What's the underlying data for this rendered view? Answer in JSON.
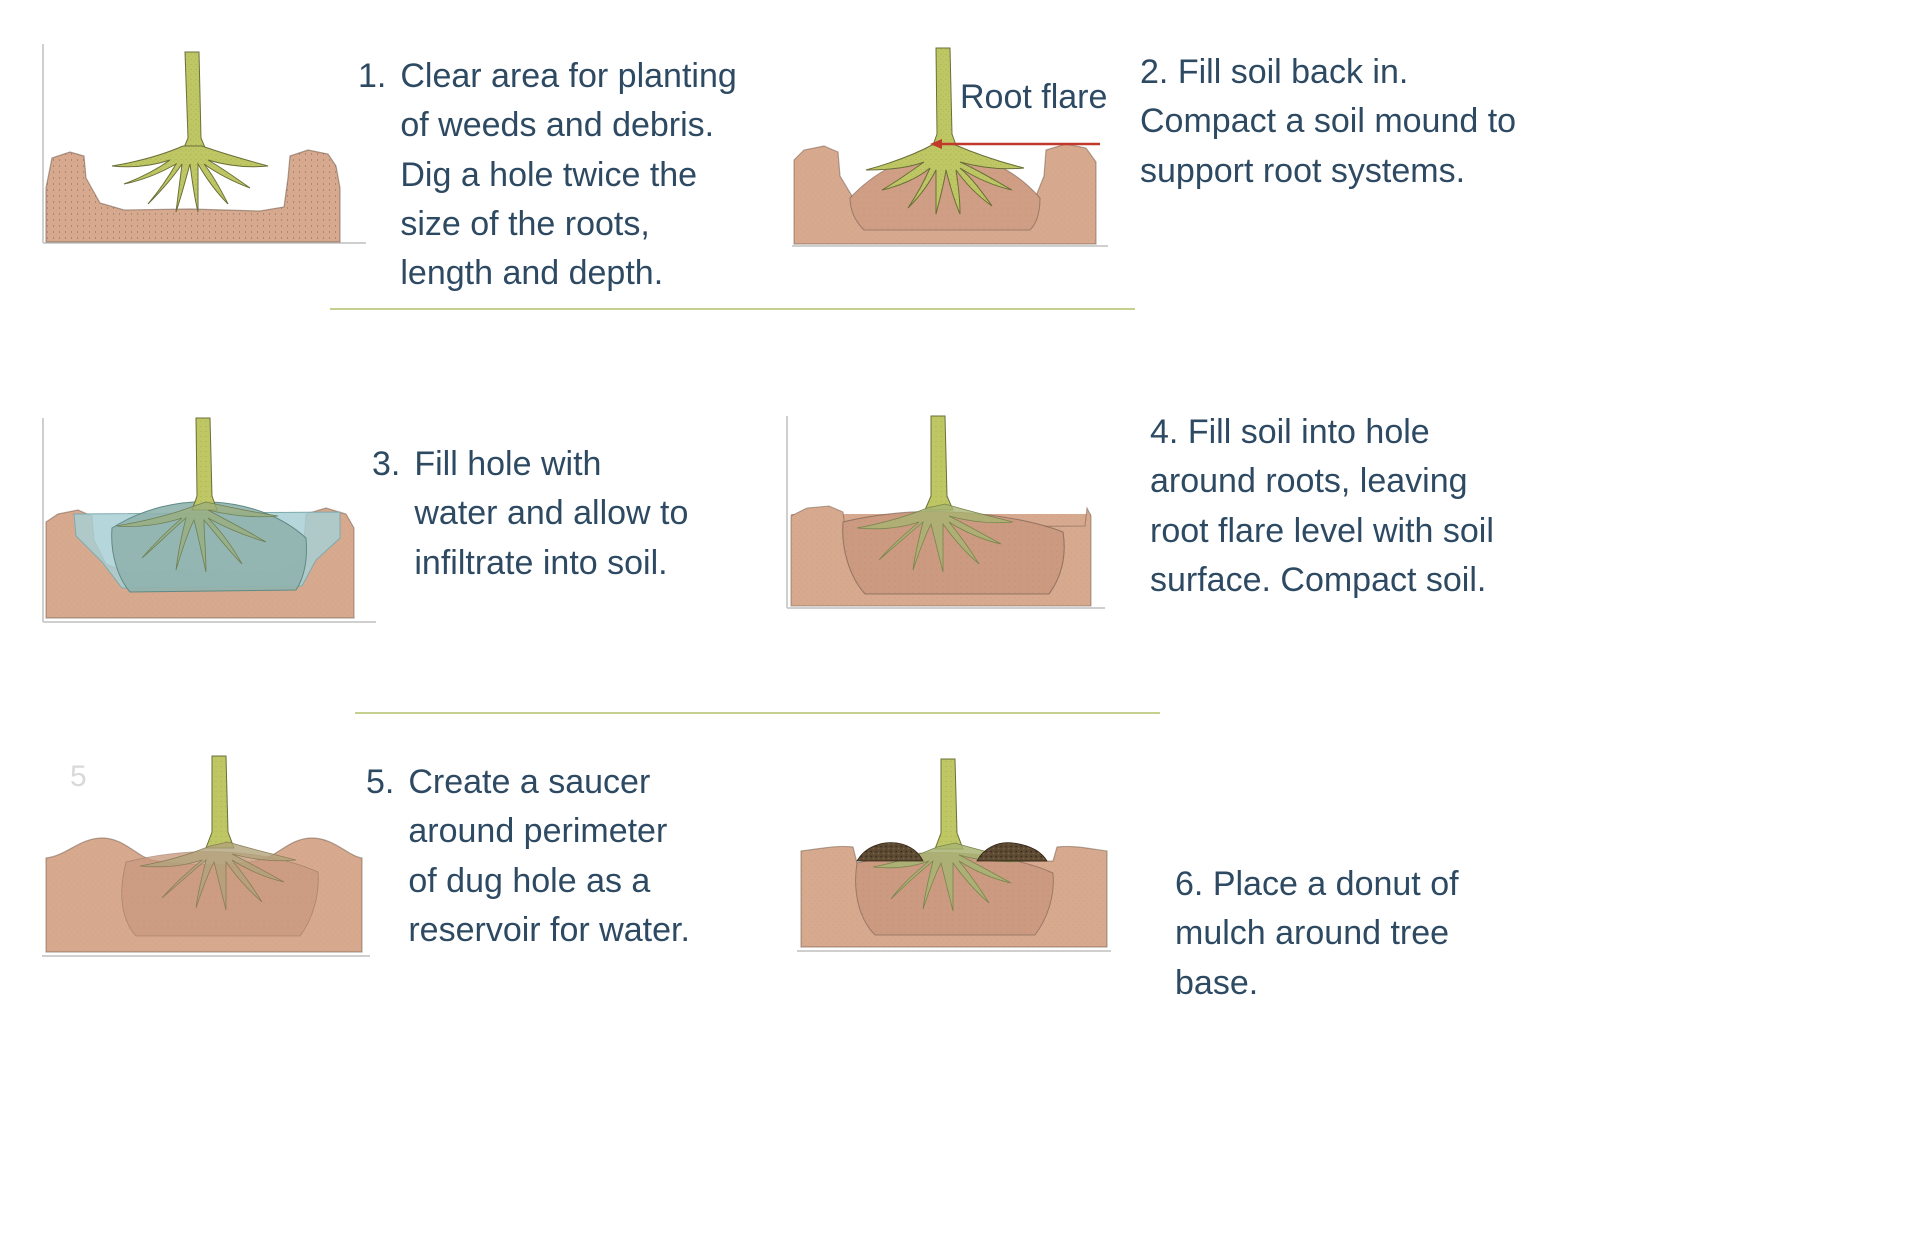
{
  "slide": {
    "number": "5",
    "background": "#ffffff",
    "text_color": "#2e4a63",
    "divider_color": "#c5cf8e"
  },
  "palette": {
    "soil": "#d7a98e",
    "soil_dark": "#c9967a",
    "soil_backfill": "#cf9e85",
    "root": "#b5bf5c",
    "root_dark": "#9aa84b",
    "water": "#a8cfd3",
    "water_deep": "#8fb3ae",
    "mulch": "#4a3a2a",
    "outline": "#3b3b3b",
    "arrow_red": "#c0392b"
  },
  "steps": [
    {
      "id": "step-1",
      "number": "1.",
      "text": "Clear area for planting of weeds and debris. Dig a hole twice the size of  the roots, length and depth.",
      "figure": "open-hole-with-bare-root-tree"
    },
    {
      "id": "step-2",
      "number": "2.",
      "text": "Fill soil back in. Compact a soil mound to support root systems.",
      "figure": "soil-mound-with-root-flare",
      "callout": {
        "label": "Root flare",
        "arrow_color": "#c0392b"
      }
    },
    {
      "id": "step-3",
      "number": "3.",
      "text": "Fill hole with water and allow to infiltrate into soil.",
      "figure": "hole-filled-with-water"
    },
    {
      "id": "step-4",
      "number": "4.",
      "text": "Fill soil into hole around roots, leaving root flare level with soil surface. Compact soil.",
      "figure": "hole-backfilled-with-soil"
    },
    {
      "id": "step-5",
      "number": "5.",
      "text": "Create a saucer around perimeter of dug hole as a reservoir for water.",
      "figure": "saucer-berm-around-hole"
    },
    {
      "id": "step-6",
      "number": "6.",
      "text": "Place a donut of mulch around tree base.",
      "figure": "mulch-donut-around-trunk"
    }
  ]
}
